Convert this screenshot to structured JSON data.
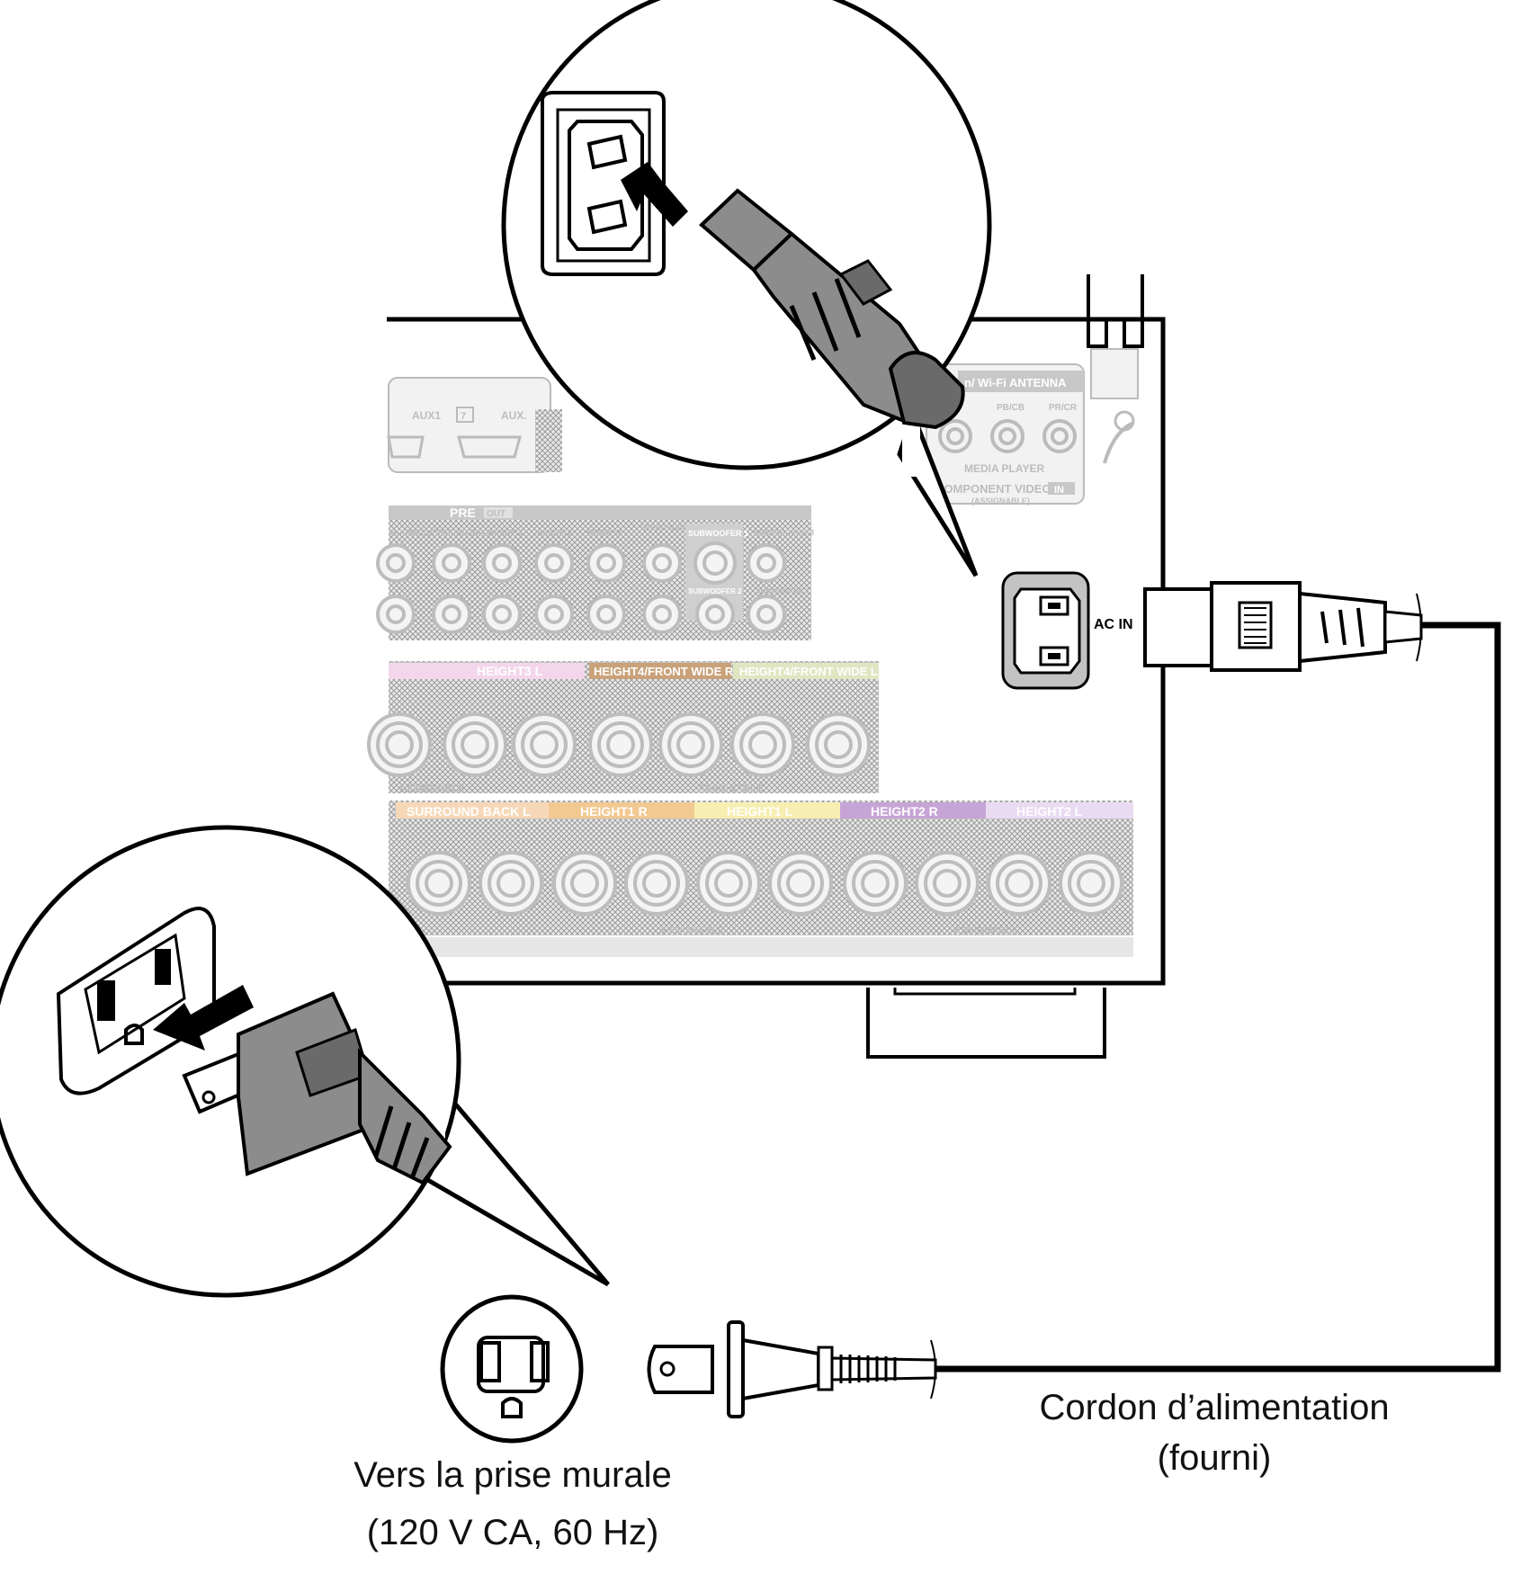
{
  "panel": {
    "wifi_antenna": "n/ Wi-Fi ANTENNA",
    "aux1": "AUX1",
    "aux_num": "7",
    "aux2": "AUX.",
    "pb": "PB/CB",
    "pr": "PR/CR",
    "media_player": "MEDIA PLAYER",
    "component_video": "COMPONENT VIDEO",
    "component_in": "IN",
    "assignable": "(ASSIGNABLE)",
    "pre_out": "PRE",
    "pre_out_tag": "OUT",
    "pre_labels": [
      "ROUND",
      "SURROUND BACK",
      "HEIGHT1",
      "HEIGHT2",
      "HEIGHT3",
      "HEIGHT4/ FRONT WIDE",
      "SUBWOOFER 1",
      "SUBWOOFER 3"
    ],
    "sub2": "SUBWOOFER 2",
    "sub4": "SUBWOOFER 4",
    "ac_in": "AC IN"
  },
  "speakers": {
    "row1": [
      "HEIGHT3 L",
      "HEIGHT4/FRONT WIDE R",
      "HEIGHT4/FRONT WIDE L"
    ],
    "row2": [
      "SURROUND BACK L",
      "HEIGHT1 R",
      "HEIGHT1 L",
      "HEIGHT2 R",
      "HEIGHT2 L"
    ],
    "assignable": "ASSIGNABLE"
  },
  "colors": {
    "height3": "#f3d6ec",
    "height4_r": "#c9a27a",
    "height4_l": "#dfe6c2",
    "surround_back": "#f6d8b8",
    "height1_r": "#f2c991",
    "height1_l": "#f7efb2",
    "height2_r": "#c7a4d6",
    "height2_l": "#eadbf2",
    "plug_gray": "#8c8c8c"
  },
  "captions": {
    "wall_outlet_line1": "Vers la prise murale",
    "wall_outlet_line2": "(120 V CA, 60 Hz)",
    "cord_line1": "Cordon d’alimentation",
    "cord_line2": "(fourni)"
  }
}
